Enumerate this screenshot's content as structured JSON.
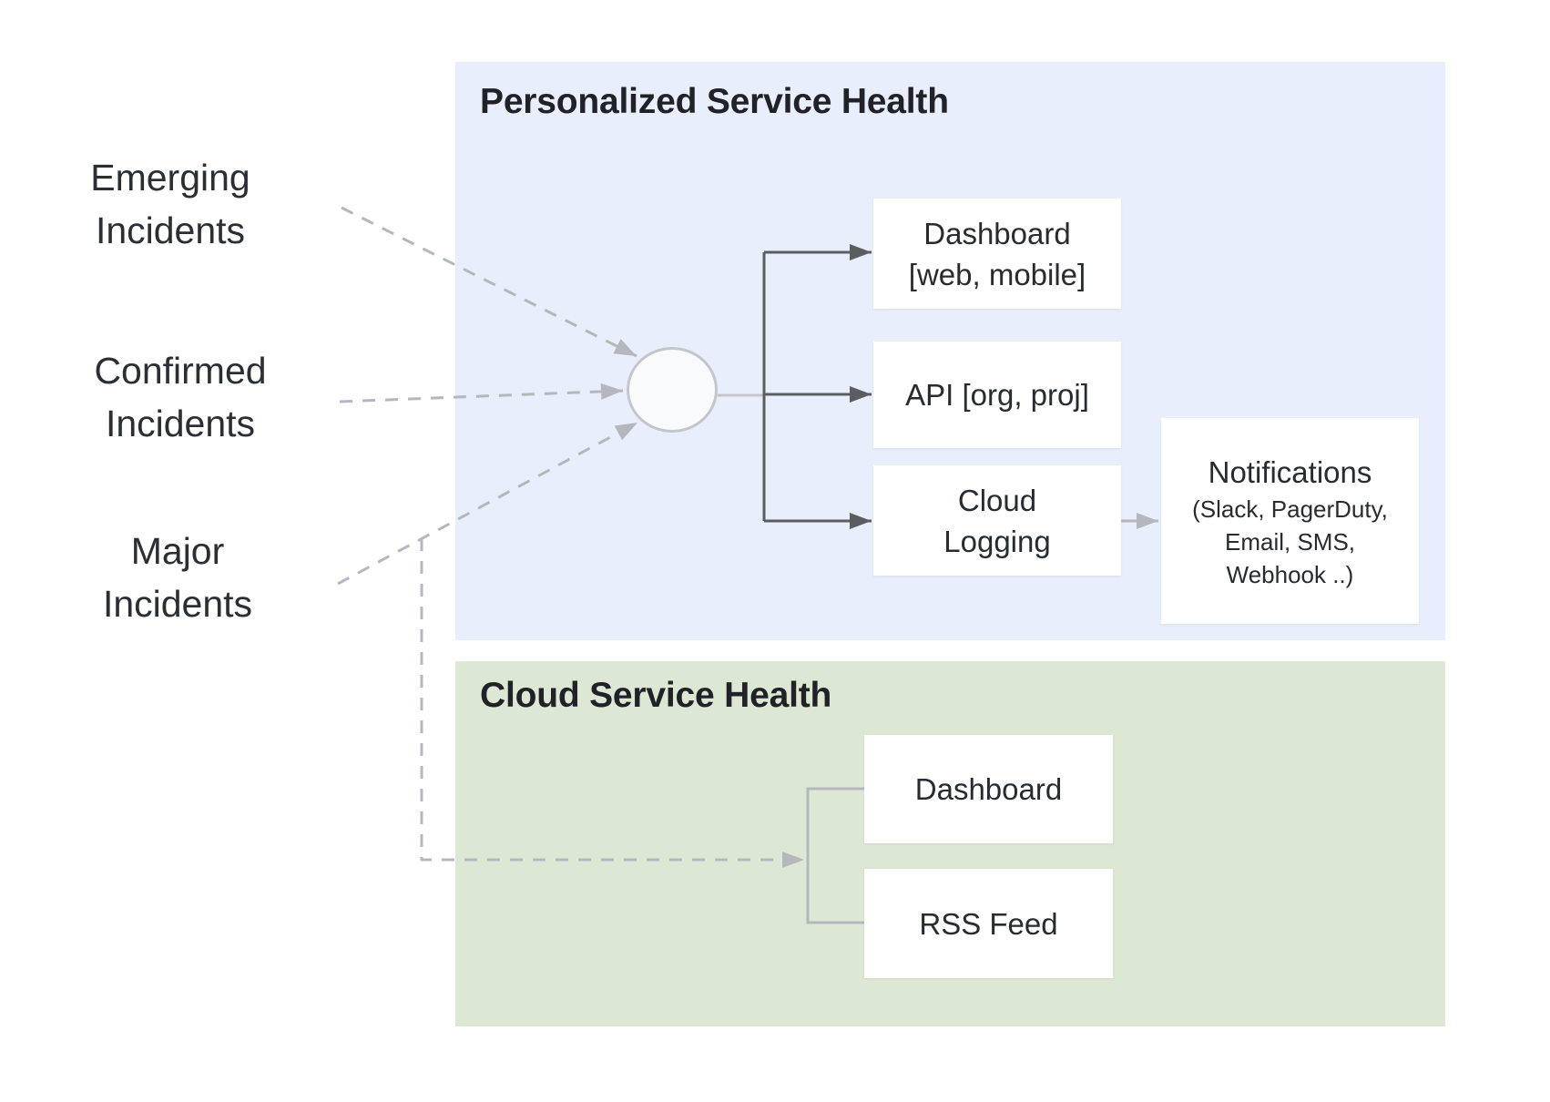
{
  "colors": {
    "panel_blue": "#e8eefb",
    "panel_green": "#dde8d4",
    "title_text": "#202227",
    "body_text": "#2b2e33",
    "dark_connector": "#5a5e63",
    "light_connector": "#b4b8be"
  },
  "inputs": [
    {
      "line1": "Emerging",
      "line2": "Incidents"
    },
    {
      "line1": "Confirmed",
      "line2": "Incidents"
    },
    {
      "line1": "Major",
      "line2": "Incidents"
    }
  ],
  "personalized_panel": {
    "title": "Personalized Service Health",
    "dashboard": {
      "line1": "Dashboard",
      "line2": "[web, mobile]"
    },
    "api": {
      "label": "API [org, proj]"
    },
    "cloud_logging": {
      "line1": "Cloud",
      "line2": "Logging"
    },
    "notifications": {
      "title": "Notifications",
      "line1": "(Slack, PagerDuty,",
      "line2": "Email, SMS,",
      "line3": "Webhook ..)"
    }
  },
  "cloud_panel": {
    "title": "Cloud Service Health",
    "dashboard": "Dashboard",
    "rss_feed": "RSS Feed"
  }
}
